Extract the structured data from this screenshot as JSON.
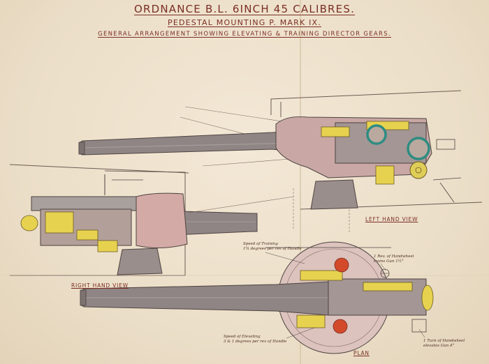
{
  "title": "ORDNANCE B.L. 6INCH 45 CALIBRES.",
  "subtitle": "PEDESTAL MOUNTING P. MARK IX.",
  "caption": "GENERAL ARRANGEMENT SHOWING ELEVATING & TRAINING DIRECTOR GEARS.",
  "views": {
    "left": "LEFT HAND VIEW",
    "right": "RIGHT HAND VIEW",
    "plan": "PLAN"
  },
  "notes": {
    "training_speed_1": "Speed of Training",
    "training_speed_2": "1¾ degrees per rev of Handle",
    "elevating_speed_1": "Speed of Elevating",
    "elevating_speed_2": "3 & 1 degrees per rev of Handle",
    "handwheel_training_1": "1 Rev. of Handwheel",
    "handwheel_training_2": "trains Gun 1½°",
    "handwheel_elevating_1": "1 Turn of Handwheel",
    "handwheel_elevating_2": "elevates Gun 4°"
  },
  "colors": {
    "ink": "#7a2e24",
    "paper": "#efe3cf",
    "gun_steel": "#8f8584",
    "brass": "#e7d24f",
    "red_gear": "#d24a2a",
    "teal_ring": "#2e8c82"
  }
}
